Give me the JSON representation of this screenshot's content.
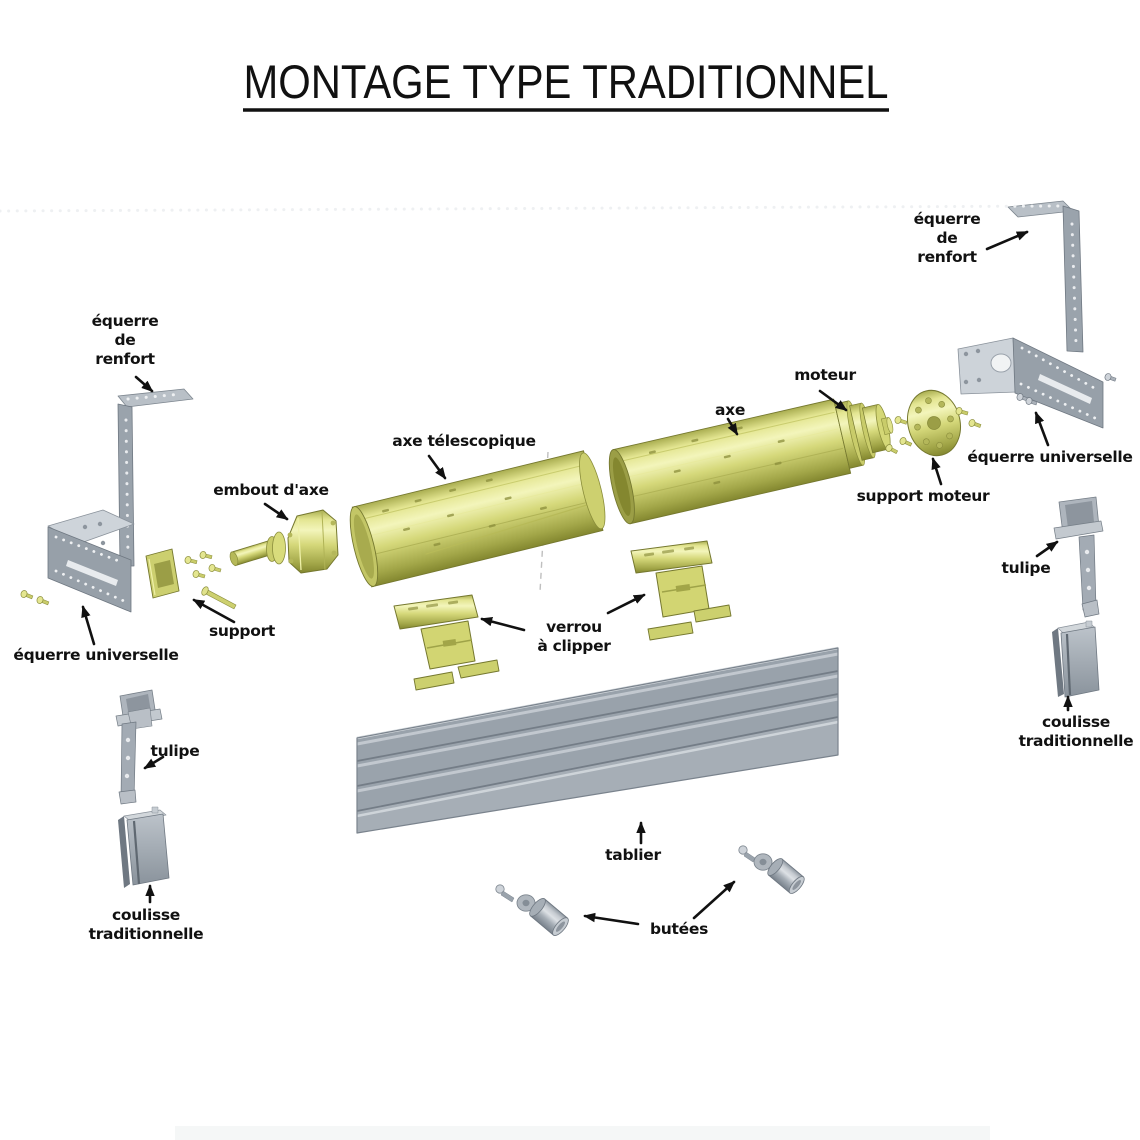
{
  "title": "MONTAGE TYPE TRADITIONNEL",
  "labels": {
    "equerre_renfort_right": [
      "équerre",
      "de",
      "renfort"
    ],
    "equerre_renfort_left": [
      "équerre",
      "de",
      "renfort"
    ],
    "moteur": [
      "moteur"
    ],
    "axe": [
      "axe"
    ],
    "axe_telescopique": [
      "axe télescopique"
    ],
    "embout_daxe": [
      "embout d'axe"
    ],
    "equerre_universelle_right": [
      "équerre universelle"
    ],
    "support_moteur": [
      "support moteur"
    ],
    "tulipe_right": [
      "tulipe"
    ],
    "coulisse_traditionnelle_right": [
      "coulisse",
      "traditionnelle"
    ],
    "equerre_universelle_left": [
      "équerre universelle"
    ],
    "support": [
      "support"
    ],
    "tulipe_left": [
      "tulipe"
    ],
    "coulisse_traditionnelle_left": [
      "coulisse",
      "traditionnelle"
    ],
    "verrou_a_clipper": [
      "verrou",
      "à clipper"
    ],
    "tablier": [
      "tablier"
    ],
    "butees": [
      "butées"
    ]
  },
  "parts": [
    {
      "id": "equerre-de-renfort-right",
      "color": "gray"
    },
    {
      "id": "equerre-universelle-right",
      "color": "gray"
    },
    {
      "id": "support-moteur-flange",
      "color": "yellow"
    },
    {
      "id": "axe-moteur-tube",
      "color": "yellow"
    },
    {
      "id": "axe-telescopique-tube",
      "color": "yellow"
    },
    {
      "id": "embout-daxe-cap",
      "color": "yellow"
    },
    {
      "id": "support-bracket",
      "color": "yellow"
    },
    {
      "id": "equerre-de-renfort-left",
      "color": "gray"
    },
    {
      "id": "equerre-universelle-left",
      "color": "gray"
    },
    {
      "id": "tulipe-right",
      "color": "gray"
    },
    {
      "id": "tulipe-left",
      "color": "gray"
    },
    {
      "id": "coulisse-traditionnelle-right",
      "color": "gray"
    },
    {
      "id": "coulisse-traditionnelle-left",
      "color": "gray"
    },
    {
      "id": "verrou-a-clipper-left",
      "color": "yellow"
    },
    {
      "id": "verrou-a-clipper-right",
      "color": "yellow"
    },
    {
      "id": "tablier-panel",
      "color": "gray"
    },
    {
      "id": "butee-left",
      "color": "gray"
    },
    {
      "id": "butee-right",
      "color": "gray"
    }
  ],
  "colors": {
    "background": "#ffffff",
    "label_text": "#111111",
    "arrow": "#111111",
    "part_yellow": "#d9dc7c",
    "part_yellow_light": "#f2f4ba",
    "part_yellow_dark": "#a4a84c",
    "part_gray": "#9aa3ac",
    "part_gray_light": "#cdd2d8",
    "part_gray_dark": "#6f7882"
  }
}
